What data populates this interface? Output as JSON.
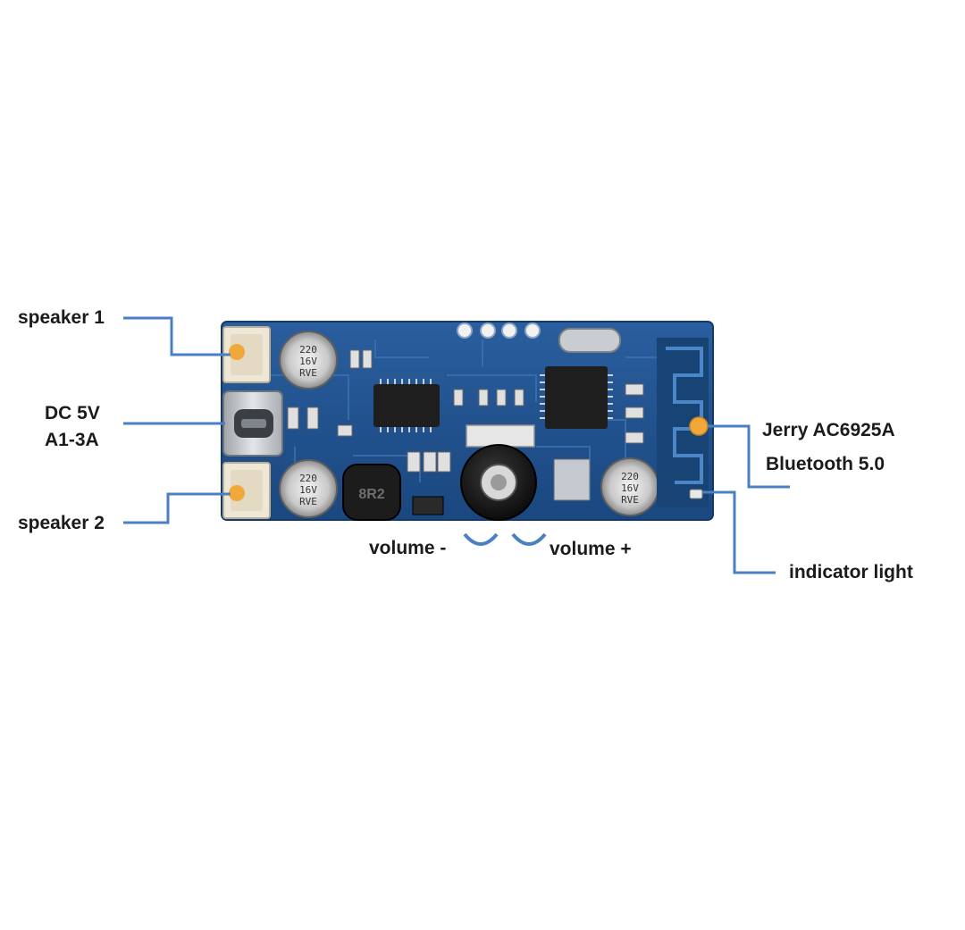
{
  "labels": {
    "speaker1": "speaker 1",
    "dc_line1": "DC 5V",
    "dc_line2": "A1-3A",
    "speaker2": "speaker 2",
    "volume_minus": "volume -",
    "volume_plus": "volume +",
    "chip_line1": "Jerry AC6925A",
    "chip_line2": "Bluetooth 5.0",
    "indicator": "indicator light"
  },
  "board": {
    "capacitor_marking": [
      "220",
      "16V",
      "RVE"
    ],
    "inductor_marking": "8R2"
  },
  "colors": {
    "pcb": "#1f4f8c",
    "pcb_dark": "#133866",
    "leader_line": "#4a7fc4",
    "label_text": "#1b1b1b",
    "pad_dot": "#f1a83a"
  }
}
